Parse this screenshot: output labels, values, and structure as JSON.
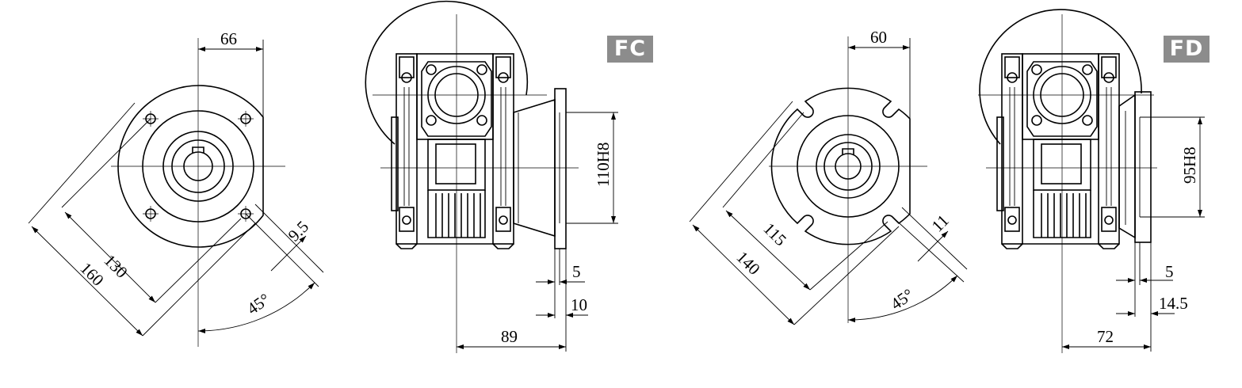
{
  "views": {
    "fc": {
      "badge": "FC",
      "dims": {
        "offset": "66",
        "pcd": "130",
        "outer": "160",
        "hole": "9.5",
        "angle": "45°",
        "pilot": "110H8",
        "t1": "5",
        "t2": "10",
        "length": "89"
      }
    },
    "fd": {
      "badge": "FD",
      "dims": {
        "offset": "60",
        "pcd": "115",
        "outer": "140",
        "slot": "11",
        "angle": "45°",
        "pilot": "95H8",
        "t1": "5",
        "t2": "14.5",
        "length": "72"
      }
    }
  }
}
